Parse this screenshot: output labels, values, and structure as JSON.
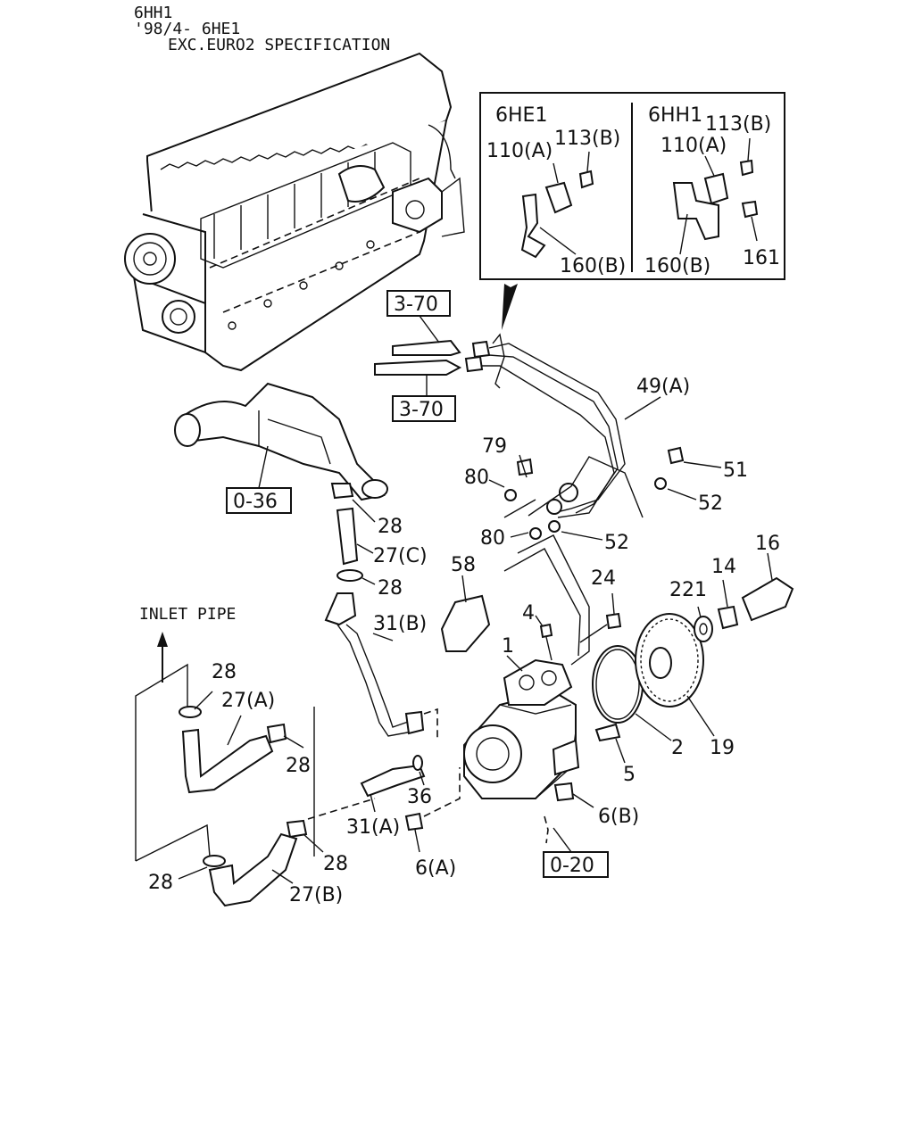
{
  "header": {
    "line1": "6HH1",
    "line2": "'98/4- 6HE1",
    "line3": "EXC.EURO2 SPECIFICATION"
  },
  "inset": {
    "left_title": "6HE1",
    "right_title": "6HH1",
    "left_labels": [
      "113(B)",
      "110(A)",
      "160(B)"
    ],
    "right_labels": [
      "113(B)",
      "110(A)",
      "160(B)",
      "161"
    ]
  },
  "refs": [
    "3-70",
    "3-70",
    "0-36",
    "0-20"
  ],
  "inlet_label": "INLET PIPE",
  "labels": {
    "l49a": "49(A)",
    "l79": "79",
    "l80a": "80",
    "l80b": "80",
    "l51": "51",
    "l52a": "52",
    "l52b": "52",
    "l28a": "28",
    "l27c": "27(C)",
    "l28b": "28",
    "l58": "58",
    "l16": "16",
    "l14": "14",
    "l221": "221",
    "l24": "24",
    "l4": "4",
    "l31b": "31(B)",
    "l1": "1",
    "l28c": "28",
    "l27a": "27(A)",
    "l28d": "28",
    "l2": "2",
    "l19": "19",
    "l5": "5",
    "l36": "36",
    "l6b": "6(B)",
    "l31a": "31(A)",
    "l28e": "28",
    "l6a": "6(A)",
    "l28f": "28",
    "l27b": "27(B)"
  }
}
